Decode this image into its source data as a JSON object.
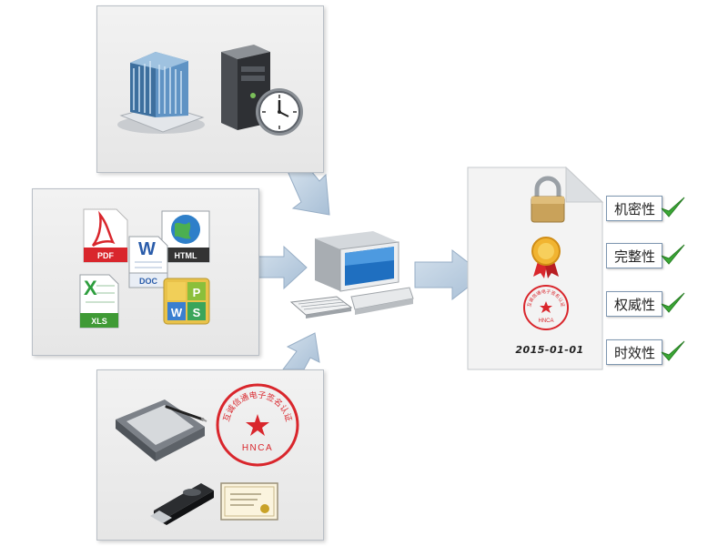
{
  "inputs": {
    "document_labels": {
      "pdf": "PDF",
      "html": "HTML",
      "doc": "DOC",
      "xls": "XLS",
      "word_letter": "W",
      "excel_letter": "X",
      "wps_letters": [
        "P",
        "W",
        "S"
      ]
    },
    "seal": {
      "ring_text": "互诚信通电子签名认证",
      "code": "HNCA"
    }
  },
  "output_document": {
    "date": "2015-01-01",
    "properties": [
      {
        "label": "机密性",
        "icon": "padlock-icon"
      },
      {
        "label": "完整性",
        "icon": "award-ribbon-icon"
      },
      {
        "label": "权威性",
        "icon": "seal-stamp-icon"
      },
      {
        "label": "时效性",
        "icon": "date-stamp"
      }
    ]
  },
  "colors": {
    "arrow": "#b9cde0",
    "check": "#3aa935",
    "seal_red": "#d9262c",
    "panel_border": "#b9bfc6"
  }
}
